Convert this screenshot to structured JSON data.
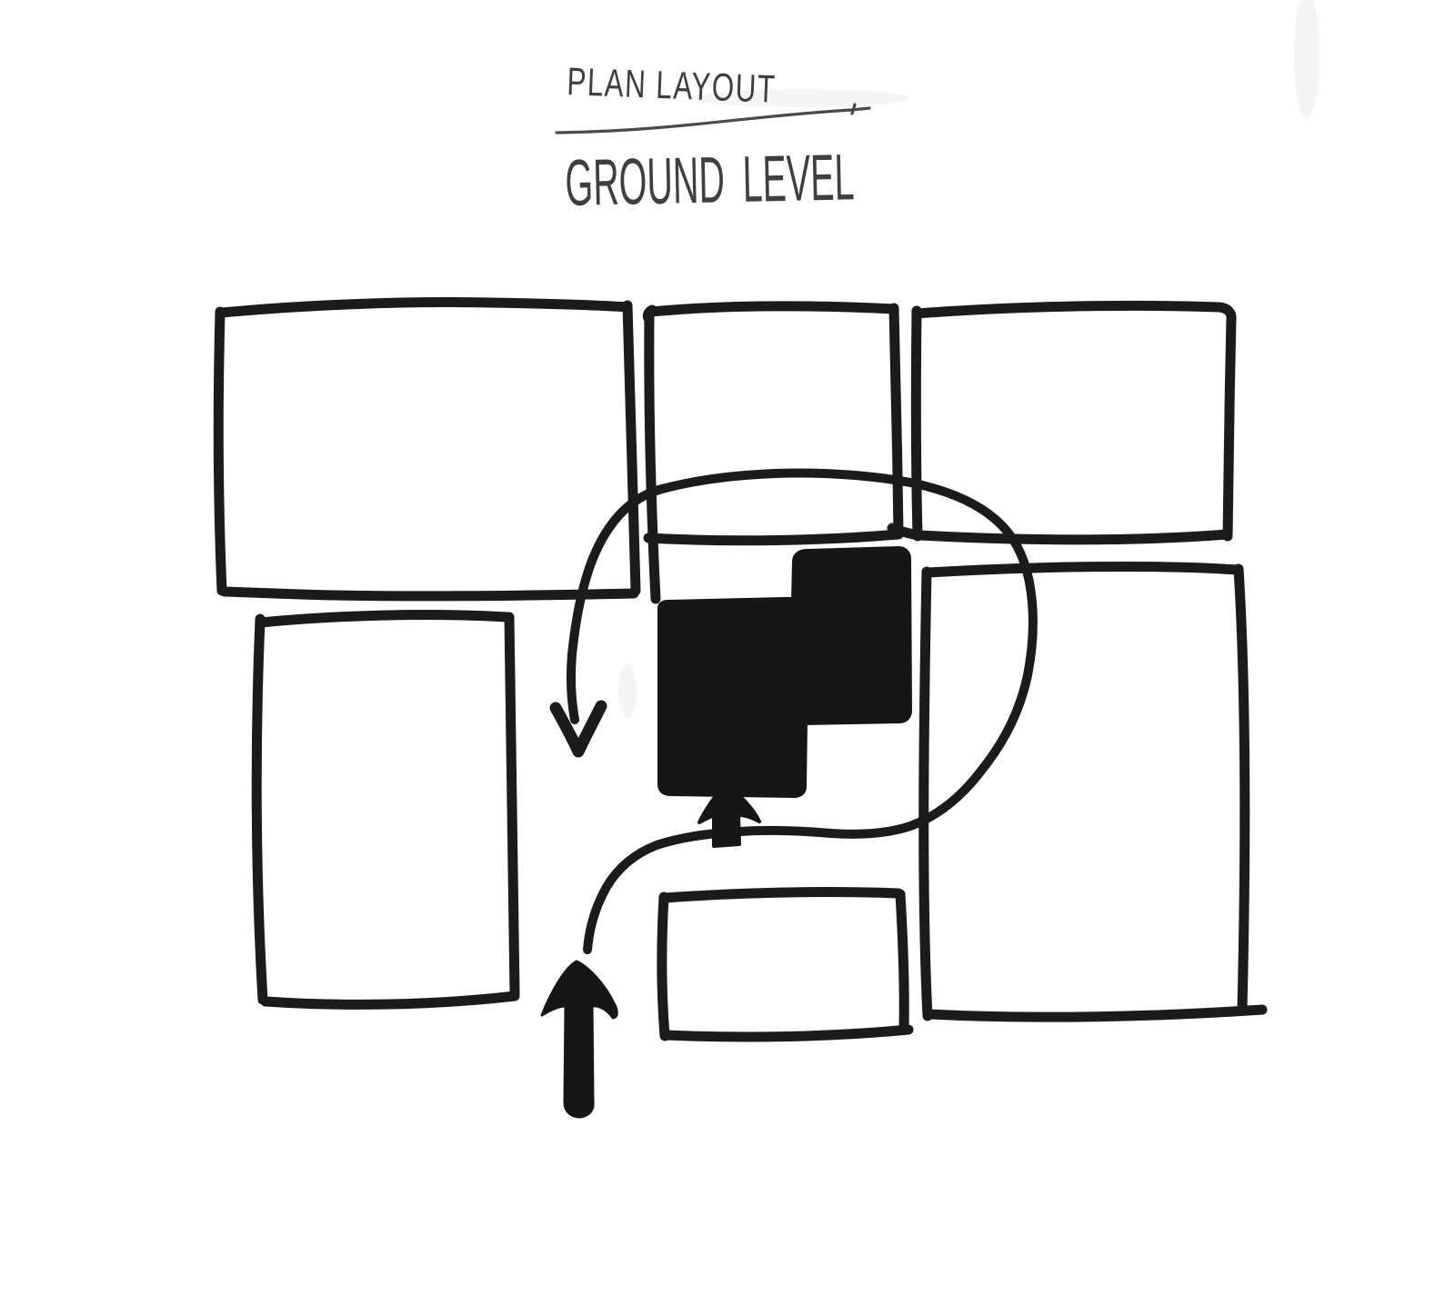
{
  "header": {
    "title": "PLAN LAYOUT",
    "subtitle": "GROUND LEVEL"
  },
  "colors": {
    "paper": "#ffffff",
    "marker_ink": "#1b1b1b",
    "pen_ink": "#3f3f3f",
    "focus_fill": "#161616"
  },
  "diagram": {
    "type": "hand-drawn site plan sketch",
    "blocks": [
      "block-top-left",
      "block-top-center",
      "block-top-right",
      "block-middle-left",
      "block-bottom-center",
      "block-bottom-right"
    ],
    "focus_block": "central-solid-building",
    "arrows": [
      "entry-arrow-up",
      "arrow-into-building",
      "circulation-loop-down-arrow"
    ]
  }
}
